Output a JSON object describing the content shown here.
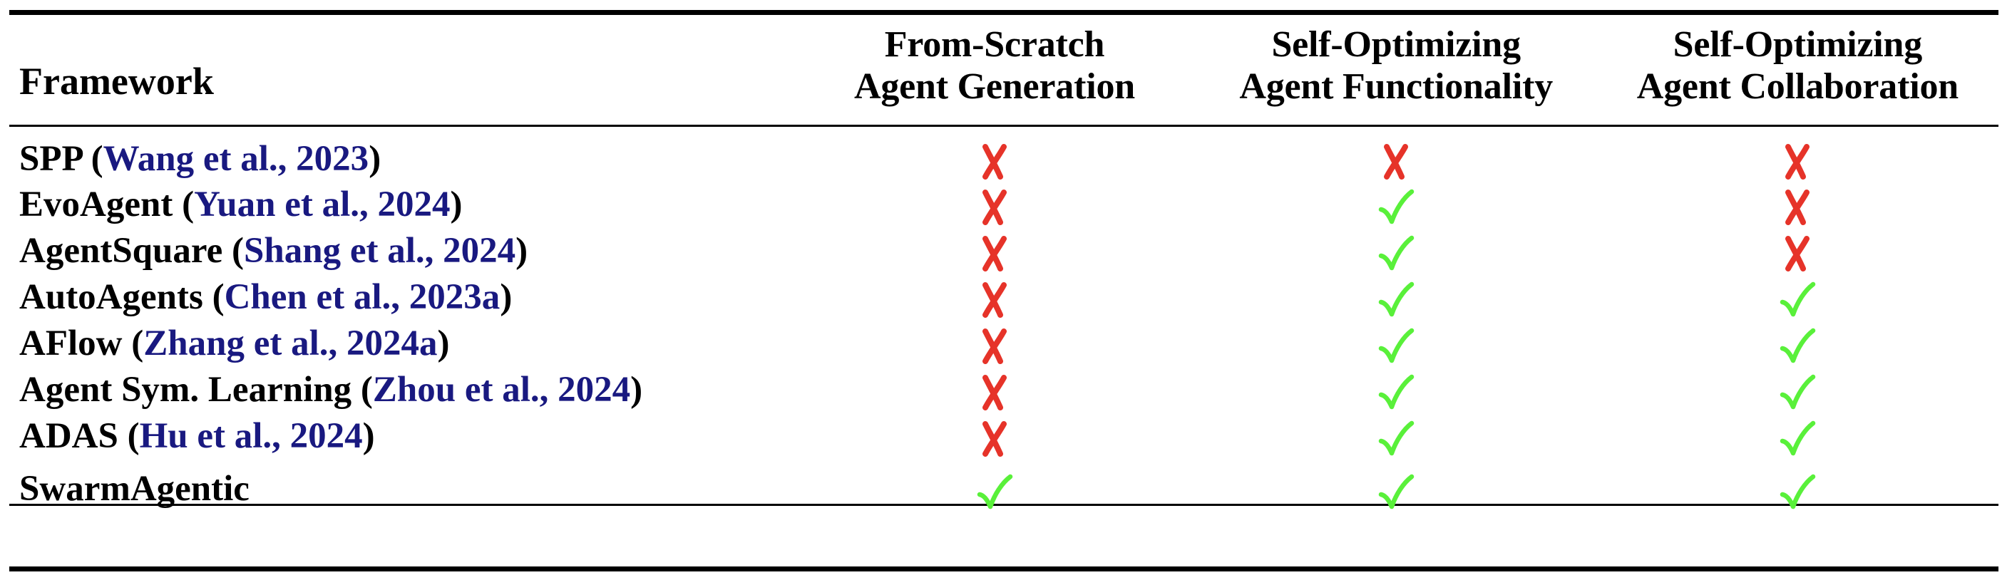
{
  "table": {
    "columns": [
      {
        "id": "framework",
        "label": "Framework",
        "line1": "Framework",
        "line2": ""
      },
      {
        "id": "from_scratch_agent_generation",
        "line1": "From-Scratch",
        "line2": "Agent Generation"
      },
      {
        "id": "self_optimizing_agent_functionality",
        "line1": "Self-Optimizing",
        "line2": "Agent Functionality"
      },
      {
        "id": "self_optimizing_agent_collaboration",
        "line1": "Self-Optimizing",
        "line2": "Agent Collaboration"
      }
    ],
    "rows": [
      {
        "name": "SPP",
        "citation": "Wang et al., 2023",
        "from_scratch_agent_generation": "cross",
        "self_optimizing_agent_functionality": "cross",
        "self_optimizing_agent_collaboration": "cross"
      },
      {
        "name": "EvoAgent",
        "citation": "Yuan et al., 2024",
        "from_scratch_agent_generation": "cross",
        "self_optimizing_agent_functionality": "check",
        "self_optimizing_agent_collaboration": "cross"
      },
      {
        "name": "AgentSquare",
        "citation": "Shang et al., 2024",
        "from_scratch_agent_generation": "cross",
        "self_optimizing_agent_functionality": "check",
        "self_optimizing_agent_collaboration": "cross"
      },
      {
        "name": "AutoAgents",
        "citation": "Chen et al., 2023a",
        "from_scratch_agent_generation": "cross",
        "self_optimizing_agent_functionality": "check",
        "self_optimizing_agent_collaboration": "check"
      },
      {
        "name": "AFlow",
        "citation": "Zhang et al., 2024a",
        "from_scratch_agent_generation": "cross",
        "self_optimizing_agent_functionality": "check",
        "self_optimizing_agent_collaboration": "check"
      },
      {
        "name": "Agent Sym. Learning",
        "citation": "Zhou et al., 2024",
        "from_scratch_agent_generation": "cross",
        "self_optimizing_agent_functionality": "check",
        "self_optimizing_agent_collaboration": "check"
      },
      {
        "name": "ADAS",
        "citation": "Hu et al., 2024",
        "from_scratch_agent_generation": "cross",
        "self_optimizing_agent_functionality": "check",
        "self_optimizing_agent_collaboration": "check"
      },
      {
        "name": "SwarmAgentic",
        "citation": "",
        "from_scratch_agent_generation": "check",
        "self_optimizing_agent_functionality": "check",
        "self_optimizing_agent_collaboration": "check"
      }
    ],
    "marks": {
      "cross": {
        "glyph": "✗",
        "icon_name": "cross-mark-icon",
        "color": "#e63329",
        "meaning": "not supported"
      },
      "check": {
        "glyph": "✓",
        "icon_name": "check-mark-icon",
        "color": "#59f03a",
        "meaning": "supported"
      }
    },
    "citation_color": "#191980",
    "text_color": "#000000",
    "rule_color": "#000000"
  }
}
